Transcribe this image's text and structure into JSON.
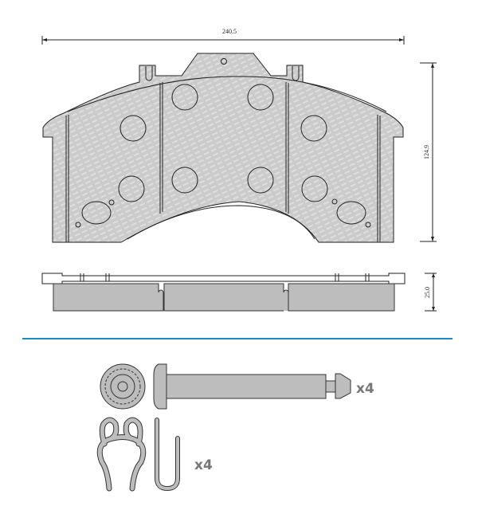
{
  "drawing": {
    "dimensions": {
      "width": "240.5",
      "height": "124.9",
      "thickness": "25.0"
    },
    "accessories": [
      {
        "name": "pin-with-washer",
        "quantity_label": "x4"
      },
      {
        "name": "spring-clip-and-hook",
        "quantity_label": "x4"
      }
    ],
    "colors": {
      "friction_material": "#c8c8c8",
      "separator_line": "#1e88c8",
      "quantity_text": "#777777"
    }
  }
}
